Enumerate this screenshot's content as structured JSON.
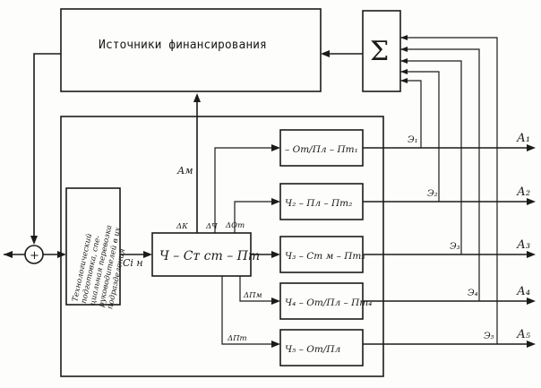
{
  "funding_block": {
    "title": "Источники финансирования"
  },
  "sum_block": {
    "symbol": "Σ"
  },
  "vertical_block": {
    "text": [
      "Технологический",
      "подготовка, спе-",
      "циальная перевозка",
      "руководителей в их",
      "подразделения"
    ]
  },
  "main_block": {
    "text": "Ч – Сᴛ ст – Пт"
  },
  "input_label": {
    "text": "Сi н"
  },
  "signal_labels": {
    "am": "Ам",
    "dk": "ΔК",
    "dch": "ΔЧ",
    "dot": "ΔОт",
    "dpm": "ΔПм",
    "dpt": "ΔПт"
  },
  "branch_blocks": [
    {
      "text": "– От/Пл – Пт₁"
    },
    {
      "text": "Ч₂ – Пл – Пт₂"
    },
    {
      "text": "Ч₃ – Ст м – Пт₃"
    },
    {
      "text": "Ч₄ – От/Пл – Пт₄"
    },
    {
      "text": "Ч₅ – От/Пл"
    }
  ],
  "e_labels": [
    "Э₁",
    "Э₂",
    "Э₃",
    "Э₄",
    "Э₅"
  ],
  "outputs": [
    "А₁",
    "А₂",
    "А₃",
    "А₄",
    "А₅"
  ],
  "summing_node": {
    "symbol": "+"
  }
}
